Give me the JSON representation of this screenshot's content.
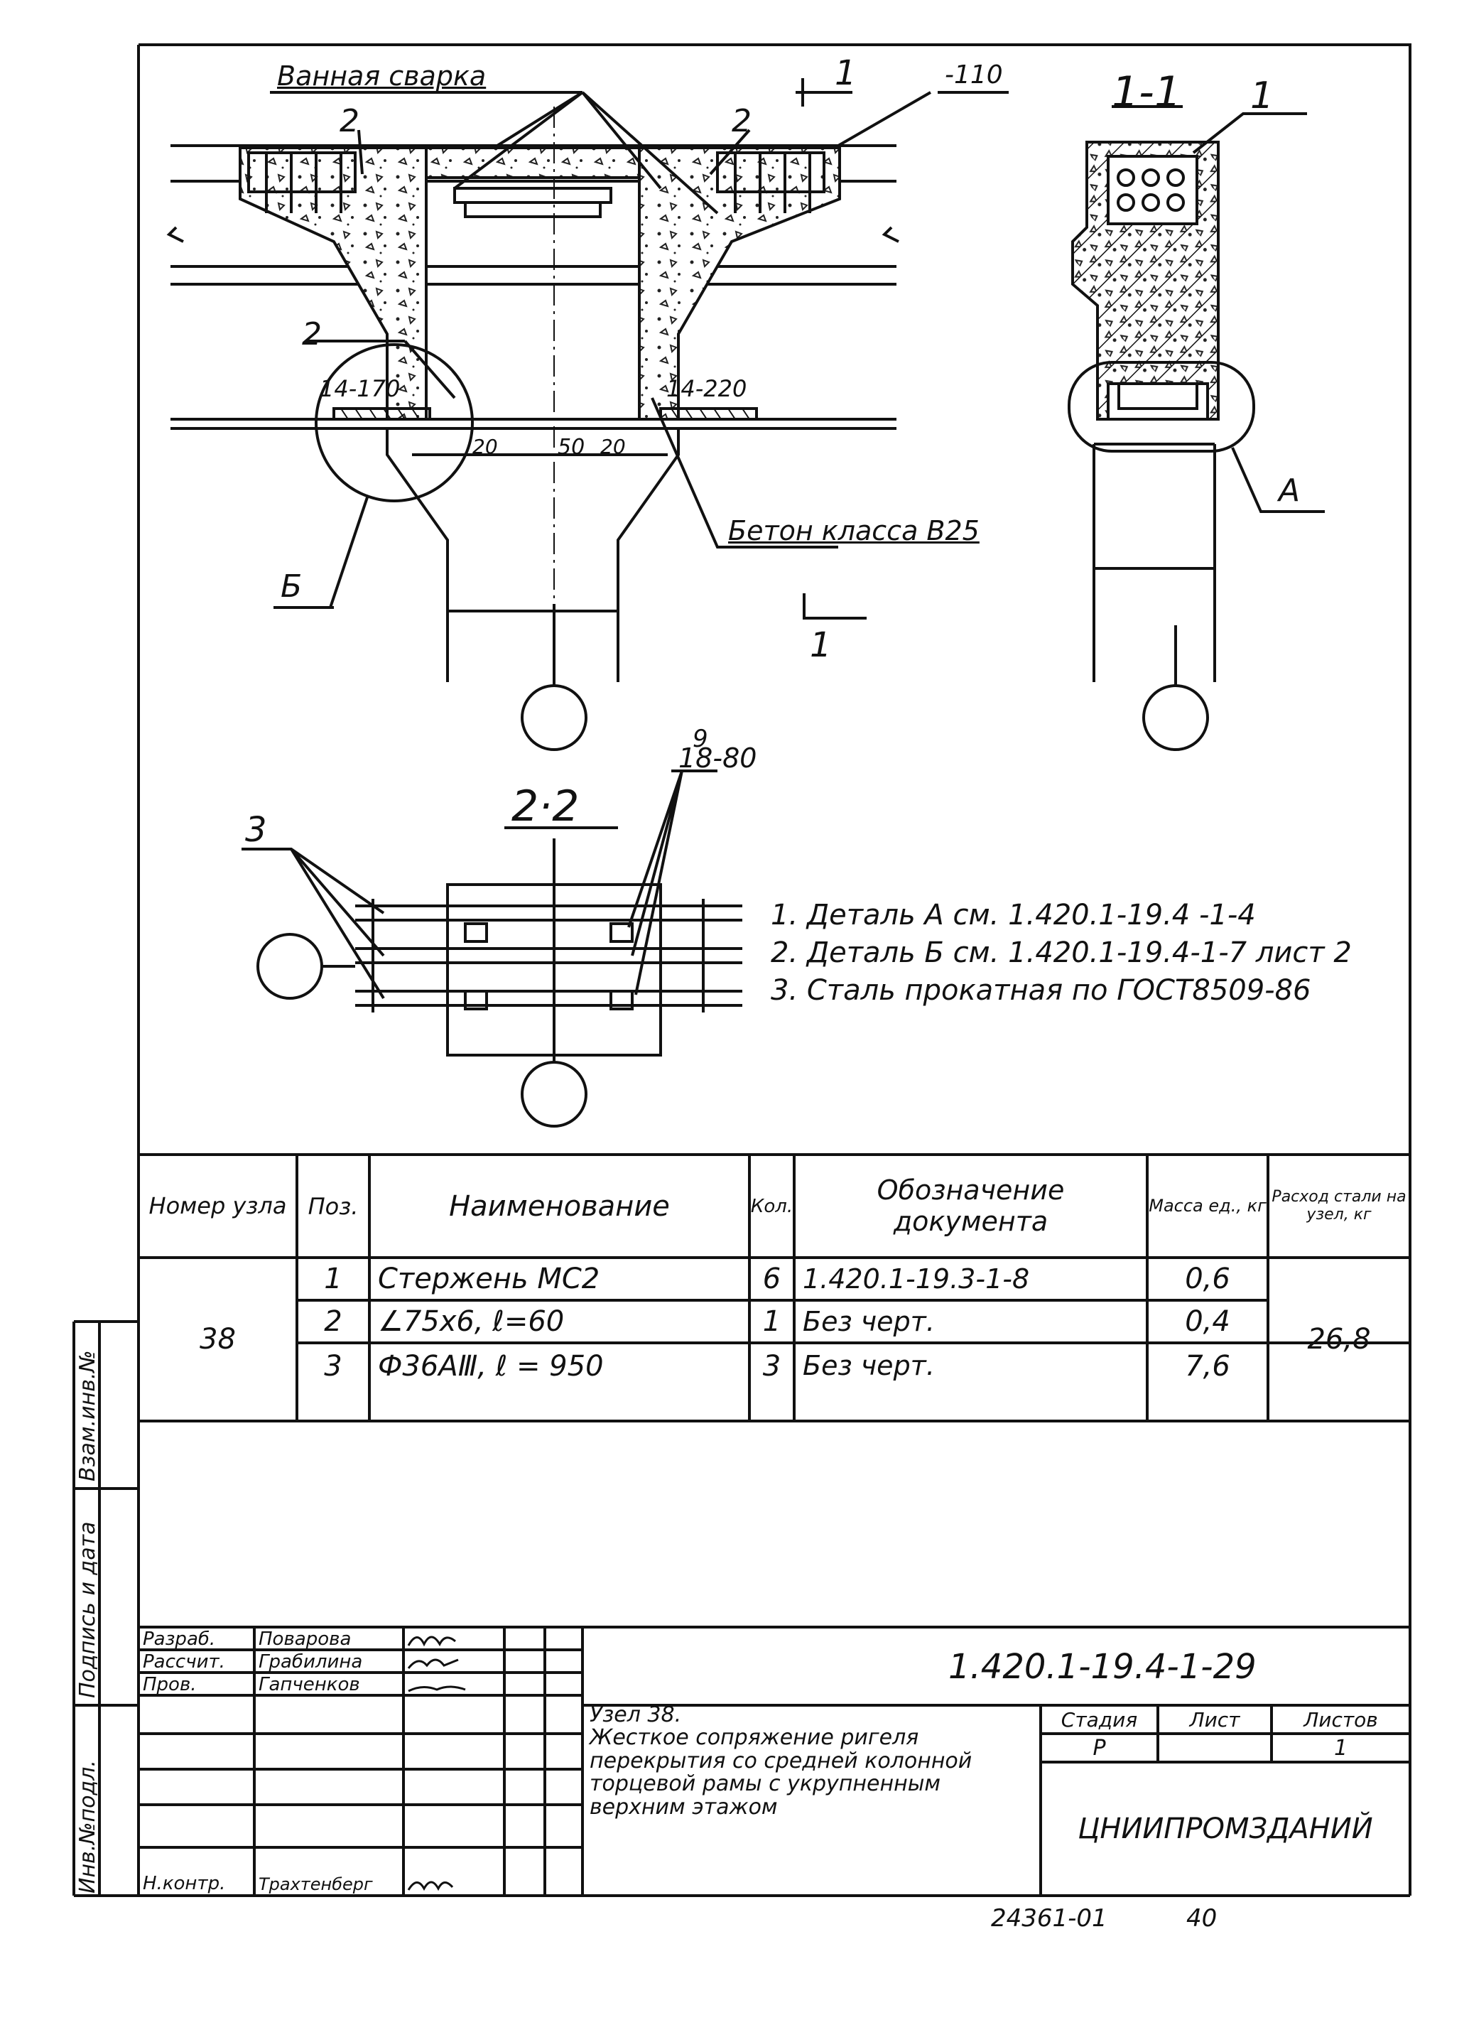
{
  "drawing": {
    "labels": {
      "weld": "Ванная сварка",
      "section_1_1": "1-1",
      "marker_1": "1",
      "marker_2": "2",
      "marker_3": "3",
      "marker_9": "9",
      "dim_110": "-110",
      "dim_14_170": "14-170",
      "dim_14_220": "14-220",
      "dim_20_a": "20",
      "dim_50": "50",
      "dim_20_b": "20",
      "concrete": "Бетон класса В25",
      "callout_b": "Б",
      "callout_a": "А",
      "section_2_2": "2·2",
      "dim_18_80": "18-80"
    },
    "notes": [
      "1. Деталь А см. 1.420.1-19.4 -1-4",
      "2. Деталь Б см. 1.420.1-19.4-1-7 лист 2",
      "3. Сталь прокатная по ГОСТ8509-86"
    ]
  },
  "spec_table": {
    "headers": {
      "node": "Номер узла",
      "pos": "Поз.",
      "name": "Наименование",
      "qty": "Кол.",
      "doc": "Обозначение документа",
      "mass": "Масса ед., кг",
      "consumption": "Расход стали на узел, кг"
    },
    "node_number": "38",
    "total": "26,8",
    "rows": [
      {
        "pos": "1",
        "name": "Стержень МС2",
        "qty": "6",
        "doc": "1.420.1-19.3-1-8",
        "mass": "0,6"
      },
      {
        "pos": "2",
        "name": "∠75х6, ℓ=60",
        "qty": "1",
        "doc": "Без черт.",
        "mass": "0,4"
      },
      {
        "pos": "3",
        "name": "Ф36АⅢ, ℓ = 950",
        "qty": "3",
        "doc": "Без черт.",
        "mass": "7,6"
      }
    ]
  },
  "side_stamp": {
    "inv_no": "Инв.№подл.",
    "sign_date": "Подпись и дата",
    "replace_inv": "Взам.инв.№"
  },
  "title_block": {
    "code": "1.420.1-19.4-1-29",
    "people": [
      {
        "role": "Разраб.",
        "name": "Поварова"
      },
      {
        "role": "Рассчит.",
        "name": "Грабилина"
      },
      {
        "role": "Пров.",
        "name": "Гапченков"
      },
      {
        "role": "",
        "name": ""
      },
      {
        "role": "",
        "name": ""
      },
      {
        "role": "",
        "name": ""
      },
      {
        "role": "Н.контр.",
        "name": "Трахтенберг"
      }
    ],
    "title": "Узел 38.\nЖесткое сопряжение ригеля перекрытия со средней колонной торцевой рамы с укрупненным верхним этажом",
    "stage_h": "Стадия",
    "sheet_h": "Лист",
    "sheets_h": "Листов",
    "stage": "Р",
    "sheet": "",
    "sheets": "1",
    "org": "ЦНИИПРОМЗДАНИЙ"
  },
  "footer": {
    "inv": "24361-01",
    "page": "40"
  }
}
